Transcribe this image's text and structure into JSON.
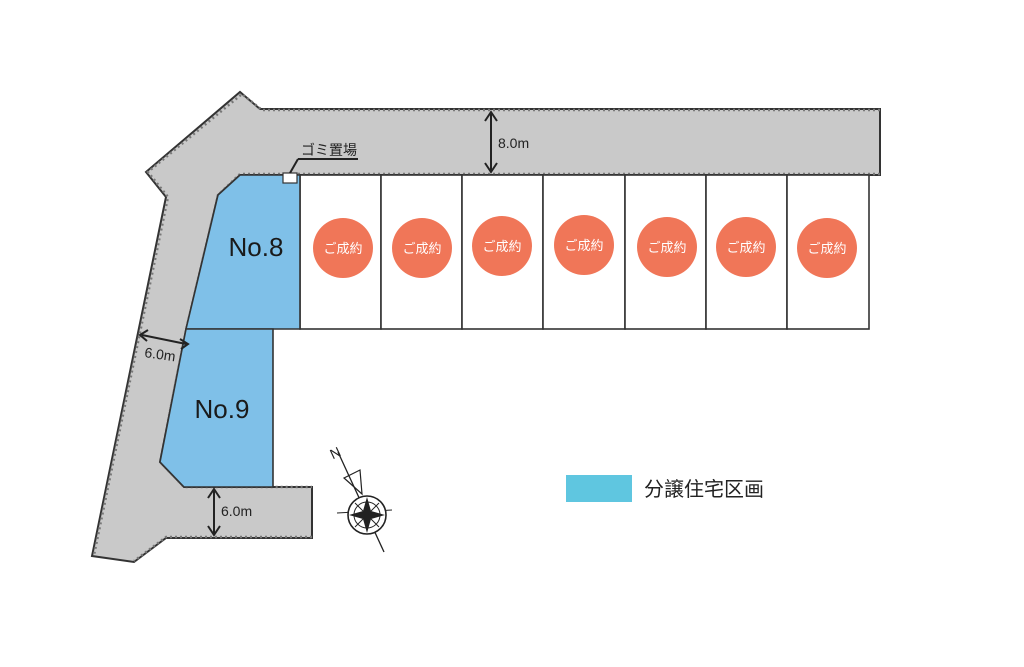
{
  "lots": {
    "no8": {
      "label": "No.8"
    },
    "no9": {
      "label": "No.9"
    }
  },
  "sold_lots": [
    {
      "label": "ご成約"
    },
    {
      "label": "ご成約"
    },
    {
      "label": "ご成約"
    },
    {
      "label": "ご成約"
    },
    {
      "label": "ご成約"
    },
    {
      "label": "ご成約"
    },
    {
      "label": "ご成約"
    }
  ],
  "roads": {
    "north_width": "8.0m",
    "west_width": "6.0m",
    "south_width": "6.0m"
  },
  "garbage_area": {
    "label": "ゴミ置場"
  },
  "compass": {
    "north_label": "N"
  },
  "legend": {
    "label": "分譲住宅区画",
    "color": "#5fc6e0"
  },
  "colors": {
    "for_sale_lot": "#7fc0e8",
    "sold_badge": "#f07658",
    "road": "#c9c9c9"
  }
}
